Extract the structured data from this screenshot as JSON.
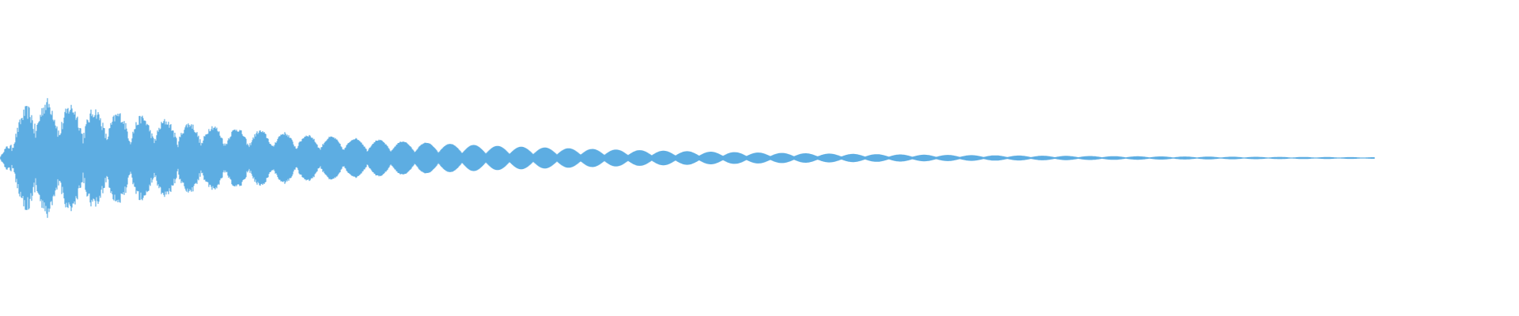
{
  "waveform": {
    "color": "#5DADE2",
    "background": "#ffffff",
    "envelope": {
      "peak_amplitude_fraction": 0.74,
      "decay_rate": 4.2,
      "lobe_count": 58,
      "signal_end_fraction": 0.905,
      "noise_fraction_early": 0.35
    }
  }
}
